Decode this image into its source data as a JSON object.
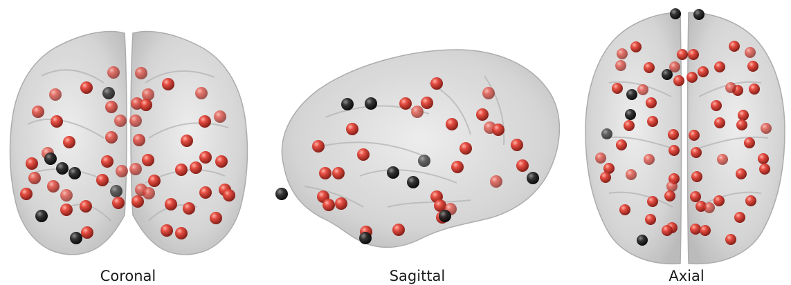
{
  "views": {
    "coronal": {
      "label": "Coronal"
    },
    "sagittal": {
      "label": "Sagittal"
    },
    "axial": {
      "label": "Axial"
    }
  },
  "colors": {
    "node_red": "#e0352b",
    "node_red_dark": "#8f1a12",
    "node_black": "#222222",
    "node_black_dark": "#000000",
    "brain_fill": "#d4d4d4",
    "brain_stroke": "#9a9a9a"
  }
}
